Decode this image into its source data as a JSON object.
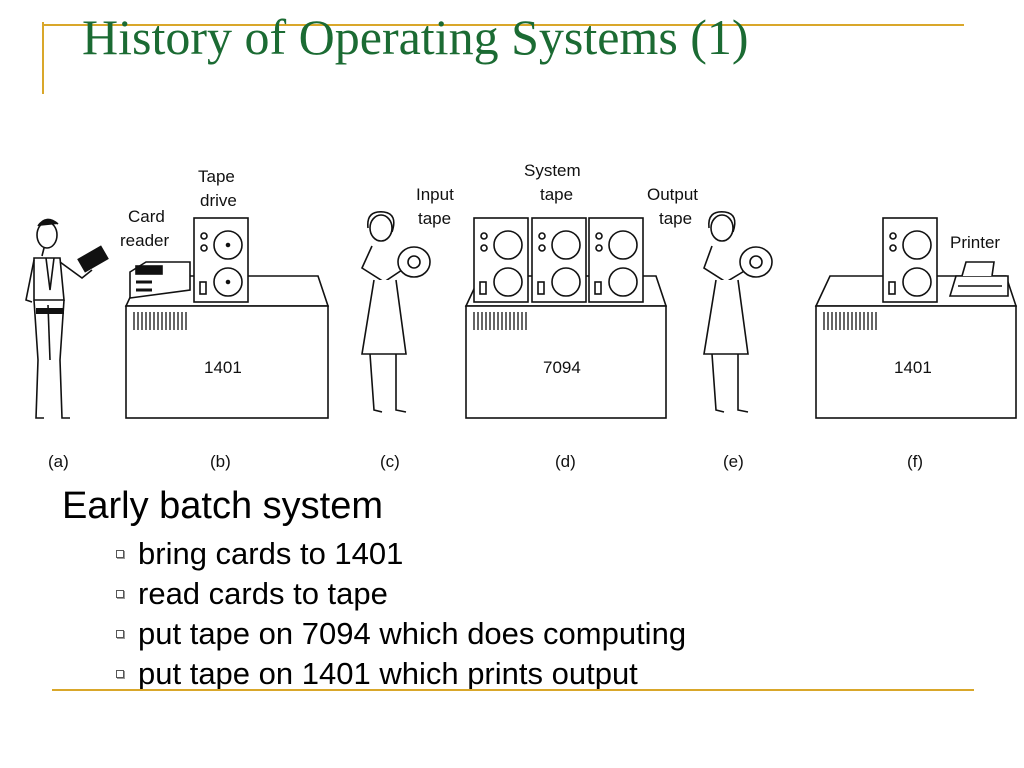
{
  "title": "History of Operating Systems (1)",
  "figure": {
    "labels": {
      "card_reader": [
        "Card",
        "reader"
      ],
      "tape_drive": [
        "Tape",
        "drive"
      ],
      "input_tape": [
        "Input",
        "tape"
      ],
      "system_tape": [
        "System",
        "tape"
      ],
      "output_tape": [
        "Output",
        "tape"
      ],
      "printer": "Printer",
      "machine_b": "1401",
      "machine_d": "7094",
      "machine_f": "1401"
    },
    "captions": [
      "(a)",
      "(b)",
      "(c)",
      "(d)",
      "(e)",
      "(f)"
    ]
  },
  "content": {
    "heading": "Early batch system",
    "bullets": [
      "bring cards to 1401",
      "read cards to tape",
      "put tape on 7094 which does computing",
      "put tape on 1401 which prints output"
    ]
  },
  "colors": {
    "title": "#1b6b33",
    "rule": "#d9a72a"
  }
}
